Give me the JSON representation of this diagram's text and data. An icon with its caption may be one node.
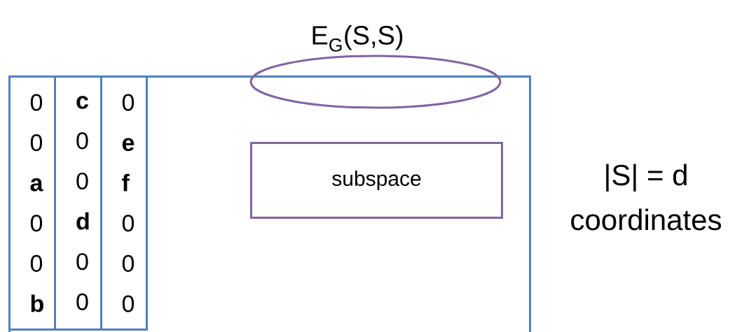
{
  "diagram": {
    "nodes": [
      {
        "text": [
          "E$_{G}$(S,S)"
        ]
      },
      {
        "text": [],
        "shape": "box"
      },
      {
        "text": [
          "0 0 **a** 0 0 **b**"
        ],
        "in": 1
      },
      {
        "text": [
          "**c** 0 0 **d** 0 0"
        ],
        "in": 1
      },
      {
        "text": [
          "0 **e** **f** 0 0 0"
        ],
        "in": 1
      },
      {
        "text": [
          "subspace"
        ],
        "in": 1
      }
    ],
    "labels": [
      "|S| = d coordinates"
    ]
  }
}
